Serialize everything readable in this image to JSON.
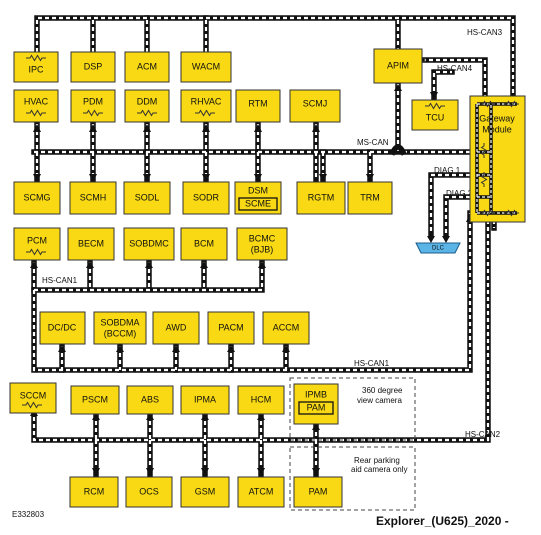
{
  "buses": {
    "hs_can3": "HS-CAN3",
    "hs_can4": "HS-CAN4",
    "ms_can": "MS-CAN",
    "diag1": "DIAG 1",
    "diag2": "DIAG 2",
    "hs_can1_top": "HS-CAN1",
    "hs_can1_bottom": "HS-CAN1",
    "hs_can2": "HS-CAN2"
  },
  "modules": {
    "ipc": "IPC",
    "dsp": "DSP",
    "acm": "ACM",
    "wacm": "WACM",
    "apim": "APIM",
    "hvac": "HVAC",
    "pdm": "PDM",
    "ddm": "DDM",
    "rhvac": "RHVAC",
    "rtm": "RTM",
    "scmj": "SCMJ",
    "tcu": "TCU",
    "gateway_line1": "Gateway",
    "gateway_line2": "Module",
    "scmg": "SCMG",
    "scmh": "SCMH",
    "sodl": "SODL",
    "sodr": "SODR",
    "dsm": "DSM",
    "scme": "SCME",
    "rgtm": "RGTM",
    "trm": "TRM",
    "pcm": "PCM",
    "becm": "BECM",
    "sobdmc": "SOBDMC",
    "bcm": "BCM",
    "bcmc_line1": "BCMC",
    "bcmc_line2": "(BJB)",
    "dcdc": "DC/DC",
    "sobdma_line1": "SOBDMA",
    "sobdma_line2": "(BCCM)",
    "awd": "AWD",
    "pacm": "PACM",
    "accm": "ACCM",
    "sccm": "SCCM",
    "pscm": "PSCM",
    "abs": "ABS",
    "ipma": "IPMA",
    "hcm": "HCM",
    "ipmb": "IPMB",
    "pam_inner": "PAM",
    "rcm": "RCM",
    "ocs": "OCS",
    "gsm": "GSM",
    "atcm": "ATCM",
    "pam": "PAM"
  },
  "dlc": "DLC",
  "notes": {
    "camera_360_line1": "360 degree",
    "camera_360_line2": "view camera",
    "rear_parking_line1": "Rear parking",
    "rear_parking_line2": "aid camera only"
  },
  "figure_id": "E332803",
  "caption": "Explorer_(U625)_2020 -",
  "colors": {
    "module_fill": "#f8d913",
    "dlc_fill": "#5bb4e6",
    "bus": "#111111"
  }
}
